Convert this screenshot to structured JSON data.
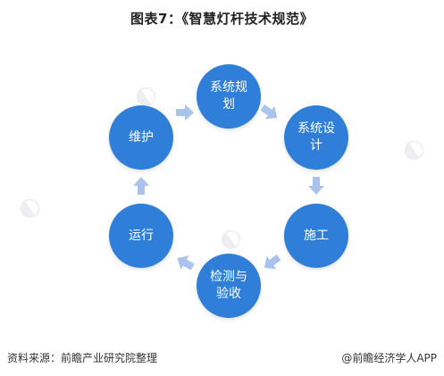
{
  "title": "图表7：《智慧灯杆技术规范》",
  "nodes": [
    {
      "id": "plan",
      "label": "系统规\n划"
    },
    {
      "id": "design",
      "label": "系统设\n计"
    },
    {
      "id": "construct",
      "label": "施工"
    },
    {
      "id": "inspect",
      "label": "检测与\n验收"
    },
    {
      "id": "operate",
      "label": "运行"
    },
    {
      "id": "maintain",
      "label": "维护"
    }
  ],
  "colors": {
    "node": "#2f7ed8",
    "arrow": "#a9c3ec"
  },
  "source": "资料来源：前瞻产业研究院整理",
  "brand": "@前瞻经济学人APP"
}
